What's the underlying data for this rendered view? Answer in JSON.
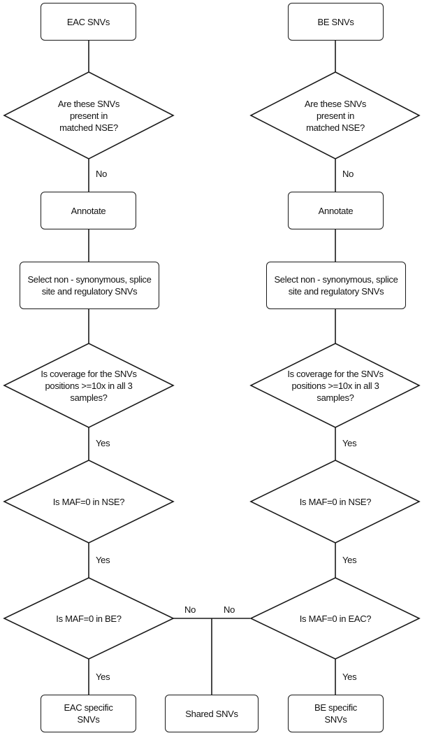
{
  "left": {
    "start": "EAC SNVs",
    "q_present": "Are these SNVs present in matched NSE?",
    "annotate": "Annotate",
    "select": "Select non - synonymous, splice site and regulatory SNVs",
    "q_coverage": "Is coverage for the SNVs positions >=10x in all 3 samples?",
    "q_maf_nse": "Is MAF=0 in NSE?",
    "q_maf_other": "Is MAF=0 in BE?",
    "result": "EAC specific SNVs"
  },
  "right": {
    "start": "BE SNVs",
    "q_present": "Are these SNVs present in matched NSE?",
    "annotate": "Annotate",
    "select": "Select non - synonymous, splice site and regulatory SNVs",
    "q_coverage": "Is coverage for the SNVs positions >=10x in all 3 samples?",
    "q_maf_nse": "Is MAF=0 in NSE?",
    "q_maf_other": "Is MAF=0 in EAC?",
    "result": "BE specific SNVs"
  },
  "shared": "Shared SNVs",
  "labels": {
    "no": "No",
    "yes": "Yes"
  }
}
